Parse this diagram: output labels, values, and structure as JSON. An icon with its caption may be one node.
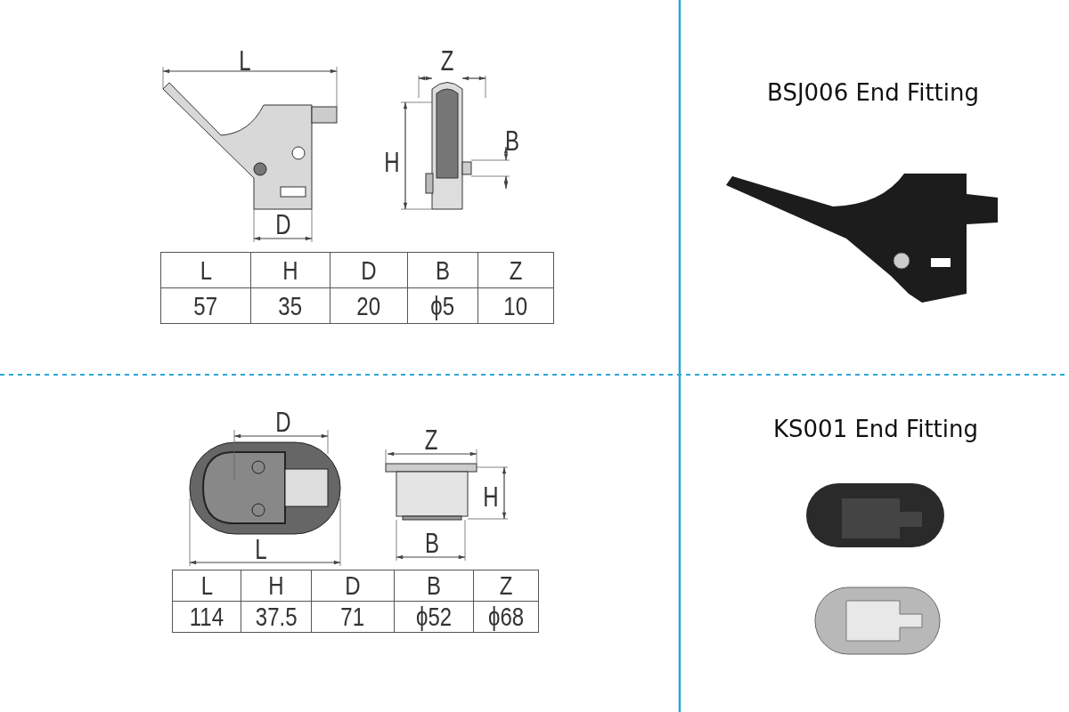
{
  "diagram": {
    "labels": [
      "L",
      "Z",
      "B",
      "H",
      "D",
      "L",
      "H",
      "D",
      "B",
      "Z",
      "57",
      "35",
      "20",
      "ϕ5",
      "10",
      "BSJ006 End Fitting",
      "D",
      "Z",
      "H",
      "L",
      "B",
      "L",
      "H",
      "D",
      "B",
      "Z",
      "114",
      "37.5",
      "71",
      "ϕ52",
      "ϕ68",
      "KS001 End Fitting"
    ]
  }
}
